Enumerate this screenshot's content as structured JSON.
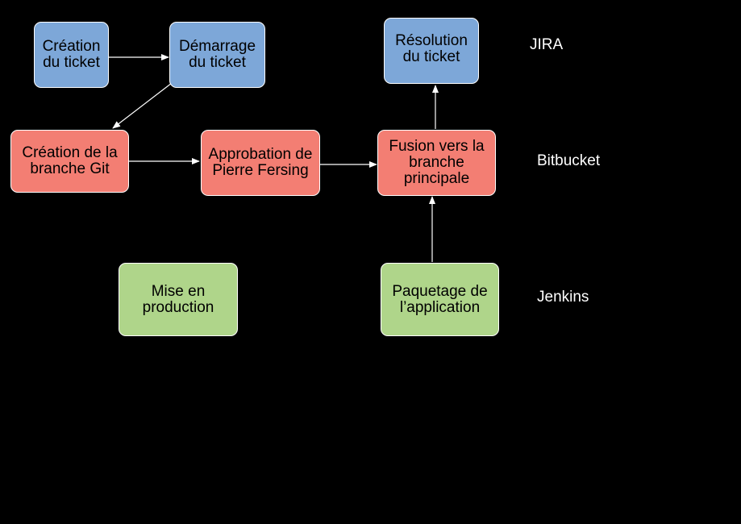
{
  "colors": {
    "background": "#000000",
    "jira": "#7da7d8",
    "bitbucket": "#f37e73",
    "jenkins": "#afd58a",
    "edge": "#ffffff",
    "node_border": "#ffffff",
    "lane_label": "#ffffff"
  },
  "lanes": {
    "jira": "JIRA",
    "bitbucket": "Bitbucket",
    "jenkins": "Jenkins"
  },
  "nodes": {
    "creation_ticket": {
      "label": "Création du ticket"
    },
    "demarrage_ticket": {
      "label": "Démarrage du ticket"
    },
    "resolution_ticket": {
      "label": "Résolution du ticket"
    },
    "creation_branche": {
      "label": "Création de la branche Git"
    },
    "approbation": {
      "label": "Approbation de Pierre Fersing"
    },
    "fusion": {
      "label": "Fusion vers la branche principale"
    },
    "mise_en_production": {
      "label": "Mise en production"
    },
    "paquetage": {
      "label": "Paquetage de l’application"
    }
  },
  "edges": [
    {
      "from": "creation_ticket",
      "to": "demarrage_ticket"
    },
    {
      "from": "demarrage_ticket",
      "to": "creation_branche"
    },
    {
      "from": "creation_branche",
      "to": "approbation"
    },
    {
      "from": "approbation",
      "to": "fusion"
    },
    {
      "from": "fusion",
      "to": "resolution_ticket"
    },
    {
      "from": "paquetage",
      "to": "fusion"
    }
  ]
}
